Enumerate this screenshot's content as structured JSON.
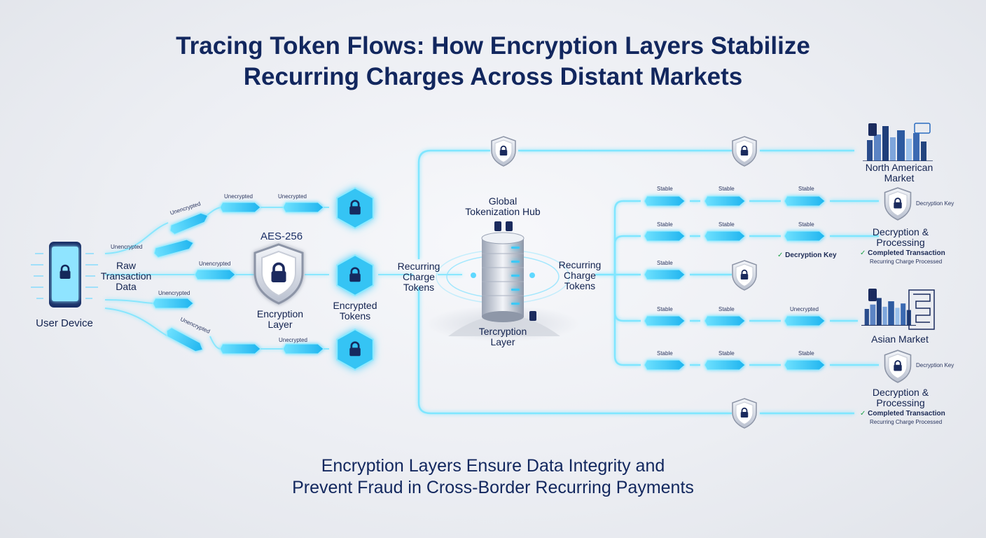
{
  "title": {
    "line1": "Tracing Token Flows: How Encryption Layers Stabilize",
    "line2": "Recurring Charges Across Distant Markets"
  },
  "subtitle": {
    "line1": "Encryption Layers Ensure Data Integrity and",
    "line2": "Prevent Fraud in Cross-Border Recurring Payments"
  },
  "nodes": {
    "user_device": "User Device",
    "raw_data": [
      "Raw",
      "Transaction",
      "Data"
    ],
    "aes": "AES-256",
    "encryption_layer": [
      "Encryption",
      "Layer"
    ],
    "encrypted_tokens": [
      "Encrypted",
      "Tokens"
    ],
    "recurring_tokens_left": [
      "Recurring",
      "Charge",
      "Tokens"
    ],
    "hub": [
      "Global",
      "Tokenization Hub"
    ],
    "hub_layer": [
      "Tercryption",
      "Layer"
    ],
    "recurring_tokens_right": [
      "Recurring",
      "Charge",
      "Tokens"
    ],
    "north_american_market": [
      "North American",
      "Market"
    ],
    "asian_market": "Asian Market",
    "decryption_processing_1": [
      "Decryption &",
      "Processing"
    ],
    "decryption_processing_2": [
      "Decryption &",
      "Processing"
    ]
  },
  "labels": {
    "unencrypted": "Unencrypted",
    "unencrypted_alt": "Unecrypted",
    "stable": "Stable",
    "decryption_key": "Decryption Key",
    "decryption_key_small": "Decryption Key",
    "completed_transaction": "Completed Transaction",
    "recurring_processed": "Recurring Charge Processed"
  },
  "colors": {
    "title": "#12275e",
    "glow": "#4fd8ff",
    "token": "#39c6f5",
    "shield_dark": "#1b2b5e",
    "check": "#1fa34a"
  },
  "icons": [
    "phone-lock-icon",
    "shield-lock-icon",
    "hexagon-lock-icon",
    "server-stack-icon",
    "city-skyline-icon",
    "check-icon"
  ]
}
